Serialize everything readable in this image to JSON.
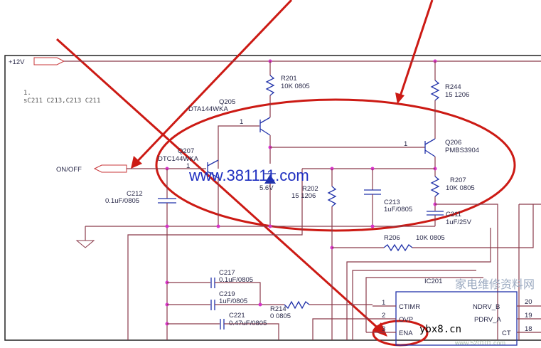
{
  "supply": {
    "label": "+12V"
  },
  "note": {
    "line1": "1.",
    "line2": "sC211  C213,C213  C211"
  },
  "signals": {
    "onoff": "ON/OFF"
  },
  "components": {
    "r201": {
      "ref": "R201",
      "value": "10K   0805"
    },
    "r244": {
      "ref": "R244",
      "value": "15    1206"
    },
    "q205": {
      "ref": "Q205",
      "part": "DTA144WKA",
      "pin": "1"
    },
    "q206": {
      "ref": "Q206",
      "part": "PMBS3904",
      "pin": "1"
    },
    "q207": {
      "ref": "Q207",
      "part": "DTC144WKA",
      "pin": "1"
    },
    "r207": {
      "ref": "R207",
      "value": "10K   0805"
    },
    "c211": {
      "ref": "C211",
      "value": "1uF/25V"
    },
    "r202": {
      "ref": "R202",
      "value": "15   1206"
    },
    "c213": {
      "ref": "C213",
      "value": "1uF/0805"
    },
    "c212": {
      "ref": "C212",
      "value": "0.1uF/0805"
    },
    "zener": {
      "value": "5.6V"
    },
    "r206": {
      "ref": "R206",
      "value": "10K    0805"
    },
    "c217": {
      "ref": "C217",
      "value": "0.1uF/0805"
    },
    "c219": {
      "ref": "C219",
      "value": "1uF/0805"
    },
    "c221": {
      "ref": "C221",
      "value": "0.47uF/0805"
    },
    "r214": {
      "ref": "R214",
      "value": "0    0805"
    }
  },
  "ic": {
    "ref": "IC201",
    "left_pins": [
      {
        "num": "1",
        "name": "CTIMR"
      },
      {
        "num": "2",
        "name": "OVP"
      },
      {
        "num": "3",
        "name": "ENA"
      }
    ],
    "right_pins": [
      {
        "num": "20",
        "name": "NDRV_B"
      },
      {
        "num": "19",
        "name": "PDRV_A"
      },
      {
        "num": "18",
        "name": "CT"
      }
    ]
  },
  "watermarks": {
    "site": "www.381111.com",
    "corner": "ybx8.cn",
    "logo_cn": "家电维修资料网",
    "logo_url": "www.520101.com"
  },
  "colors": {
    "annotation": "#cc1a14",
    "wire": "#8a3a4a",
    "component": "#2233aa",
    "junction": "#d633c8"
  }
}
